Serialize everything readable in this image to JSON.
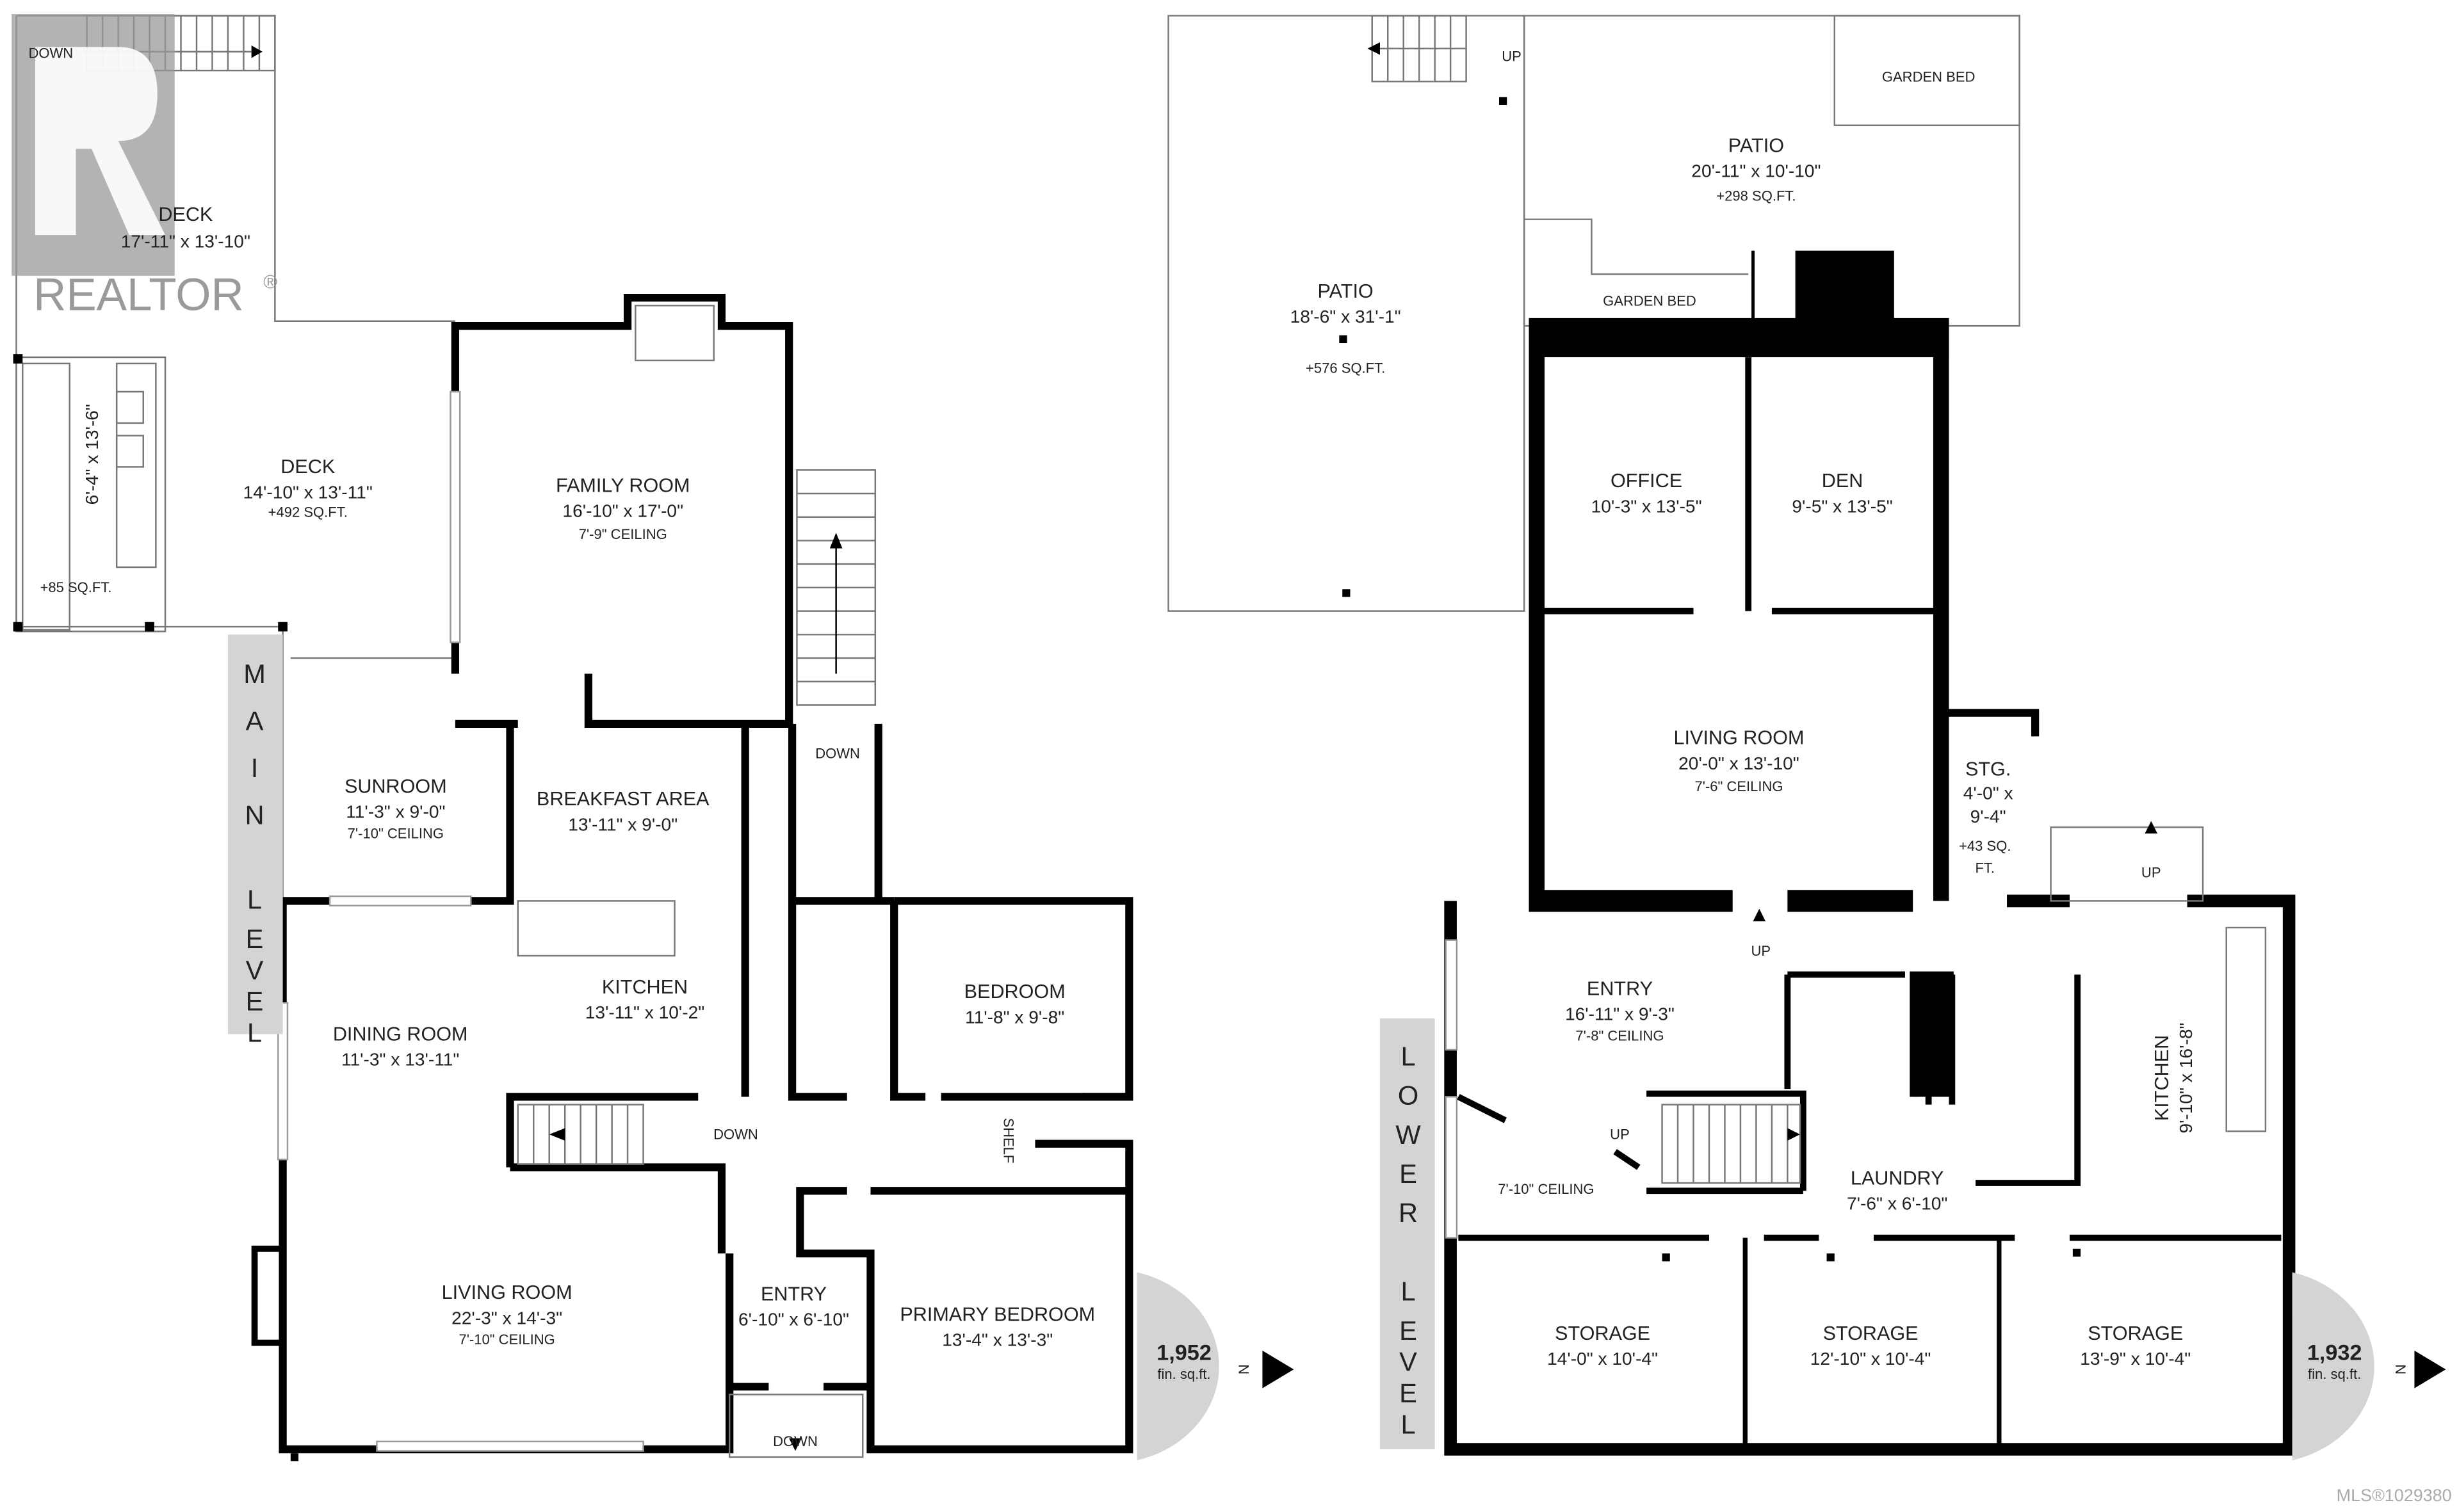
{
  "logo": {
    "text": "REALTOR",
    "mark": "®",
    "color": "#9a9a9a"
  },
  "main_level": {
    "label": [
      "M",
      "A",
      "I",
      "N",
      "L",
      "E",
      "V",
      "E",
      "L"
    ],
    "area": "1,952",
    "area_unit": "fin. sq.ft.",
    "north": "N",
    "rooms": [
      {
        "name": "DECK",
        "dims": "17'-11\" x 13'-10\""
      },
      {
        "name": "DECK",
        "dims": "14'-10\" x 13'-11\"",
        "extra": "+492 SQ.FT."
      },
      {
        "name": "",
        "dims": "6'-4\" x 13'-6\"",
        "extra": "+85 SQ.FT."
      },
      {
        "name": "FAMILY ROOM",
        "dims": "16'-10\" x 17'-0\"",
        "extra": "7'-9\" CEILING"
      },
      {
        "name": "SUNROOM",
        "dims": "11'-3\" x 9'-0\"",
        "extra": "7'-10\" CEILING"
      },
      {
        "name": "BREAKFAST AREA",
        "dims": "13'-11\" x 9'-0\""
      },
      {
        "name": "KITCHEN",
        "dims": "13'-11\" x 10'-2\""
      },
      {
        "name": "DINING ROOM",
        "dims": "11'-3\" x 13'-11\""
      },
      {
        "name": "BEDROOM",
        "dims": "11'-8\" x 9'-8\""
      },
      {
        "name": "LIVING ROOM",
        "dims": "22'-3\" x 14'-3\"",
        "extra": "7'-10\" CEILING"
      },
      {
        "name": "ENTRY",
        "dims": "6'-10\" x 6'-10\""
      },
      {
        "name": "PRIMARY BEDROOM",
        "dims": "13'-4\" x 13'-3\""
      }
    ],
    "stairs": [
      "DOWN",
      "DOWN",
      "DOWN",
      "DOWN"
    ],
    "shelf": "SHELF"
  },
  "lower_level": {
    "label": [
      "L",
      "O",
      "W",
      "E",
      "R",
      "L",
      "E",
      "V",
      "E",
      "L"
    ],
    "area": "1,932",
    "area_unit": "fin. sq.ft.",
    "north": "N",
    "rooms": [
      {
        "name": "PATIO",
        "dims": "18'-6\" x 31'-1\"",
        "extra": "+576 SQ.FT."
      },
      {
        "name": "PATIO",
        "dims": "20'-11\" x 10'-10\"",
        "extra": "+298 SQ.FT."
      },
      {
        "name": "GARDEN BED"
      },
      {
        "name": "GARDEN BED"
      },
      {
        "name": "OFFICE",
        "dims": "10'-3\" x 13'-5\""
      },
      {
        "name": "DEN",
        "dims": "9'-5\" x 13'-5\""
      },
      {
        "name": "LIVING ROOM",
        "dims": "20'-0\" x 13'-10\"",
        "extra": "7'-6\" CEILING"
      },
      {
        "name": "STG.",
        "dims": "4'-0\" x",
        "dims2": "9'-4\"",
        "extra": "+43 SQ.",
        "extra2": "FT."
      },
      {
        "name": "ENTRY",
        "dims": "16'-11\" x 9'-3\"",
        "extra": "7'-8\" CEILING"
      },
      {
        "name": "KITCHEN",
        "dims": "9'-10\" x 16'-8\""
      },
      {
        "name": "LAUNDRY",
        "dims": "7'-6\" x 6'-10\""
      },
      {
        "name": "",
        "extra": "7'-10\" CEILING"
      },
      {
        "name": "STORAGE",
        "dims": "14'-0\" x 10'-4\""
      },
      {
        "name": "STORAGE",
        "dims": "12'-10\" x 10'-4\""
      },
      {
        "name": "STORAGE",
        "dims": "13'-9\" x 10'-4\""
      }
    ],
    "stairs": [
      "UP",
      "UP",
      "UP",
      "UP"
    ]
  },
  "mls": "MLS®1029380"
}
